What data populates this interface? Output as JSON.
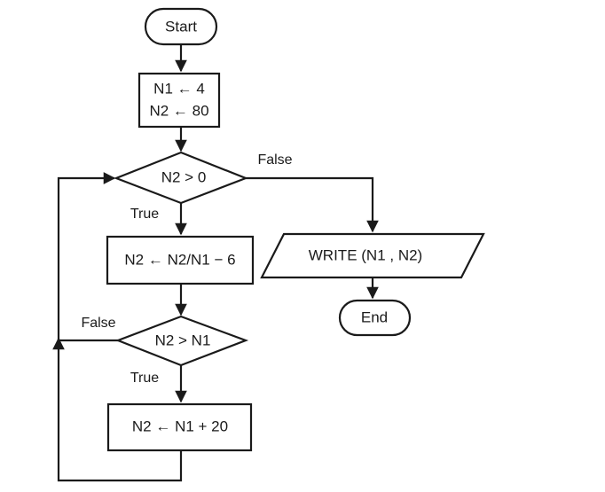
{
  "diagram": {
    "type": "flowchart",
    "title": "",
    "nodes": {
      "start": {
        "id": "start",
        "shape": "terminator",
        "label": "Start"
      },
      "init": {
        "id": "init",
        "shape": "process",
        "label_line1": "N1 ← 4",
        "label_line2": "N2 ← 80"
      },
      "decision1": {
        "id": "decision1",
        "shape": "decision",
        "label": "N2 > 0"
      },
      "process1": {
        "id": "process1",
        "shape": "process",
        "label": "N2 ← N2/N1 − 6"
      },
      "decision2": {
        "id": "decision2",
        "shape": "decision",
        "label": "N2 > N1"
      },
      "process2": {
        "id": "process2",
        "shape": "process",
        "label": "N2 ← N1 + 20"
      },
      "write": {
        "id": "write",
        "shape": "parallelogram",
        "label": "WRITE (N1 , N2)"
      },
      "end": {
        "id": "end",
        "shape": "terminator",
        "label": "End"
      }
    },
    "edge_labels": {
      "d1_false": "False",
      "d1_true": "True",
      "d2_false": "False",
      "d2_true": "True"
    },
    "colors": {
      "stroke": "#1a1a1a",
      "fill": "#ffffff",
      "text": "#1a1a1a",
      "background": "#ffffff"
    }
  }
}
